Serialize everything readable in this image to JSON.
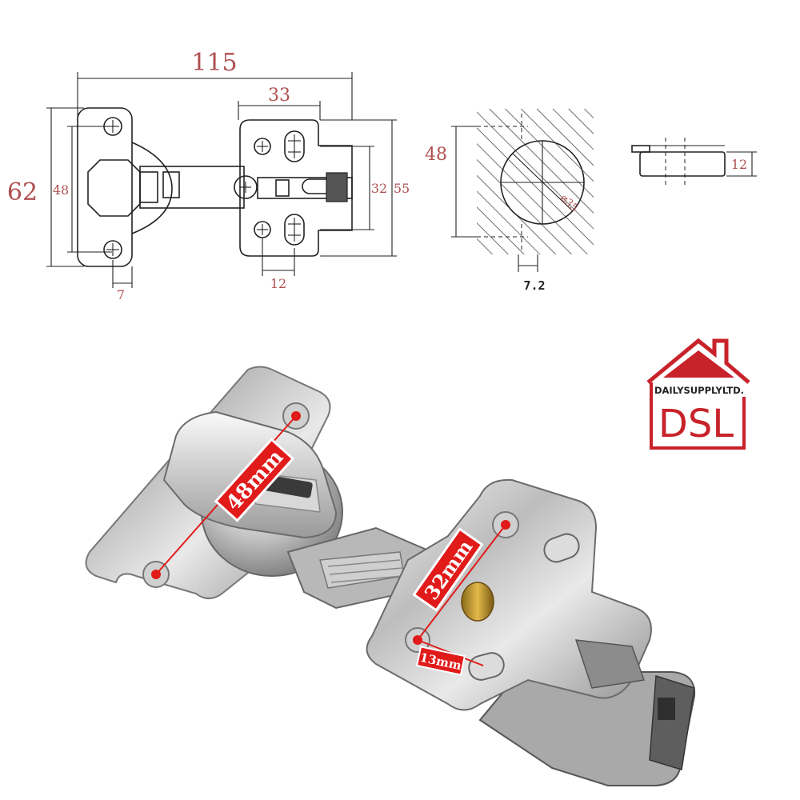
{
  "dimensions": {
    "overall_width": "115",
    "cup_plate_width": "33",
    "overall_height": "62",
    "cup_hole_spacing": "48",
    "plate_hole_spacing": "32",
    "plate_height": "55",
    "hole_offset": "12",
    "edge_offset": "7"
  },
  "cup_detail": {
    "bore_spacing": "48",
    "bore_diameter": "⌀35",
    "edge_distance": "7.2"
  },
  "depth_detail": {
    "cup_depth": "12"
  },
  "photo_labels": {
    "cup_holes": "48mm",
    "plate_holes": "32mm",
    "plate_offset": "13mm"
  },
  "logo": {
    "company": "DAILYSUPPLYLTD.",
    "mark": "DSL"
  },
  "colors": {
    "dimension_text": "#b05050",
    "badge_red": "#e11a1a",
    "logo_red": "#c8222a"
  }
}
